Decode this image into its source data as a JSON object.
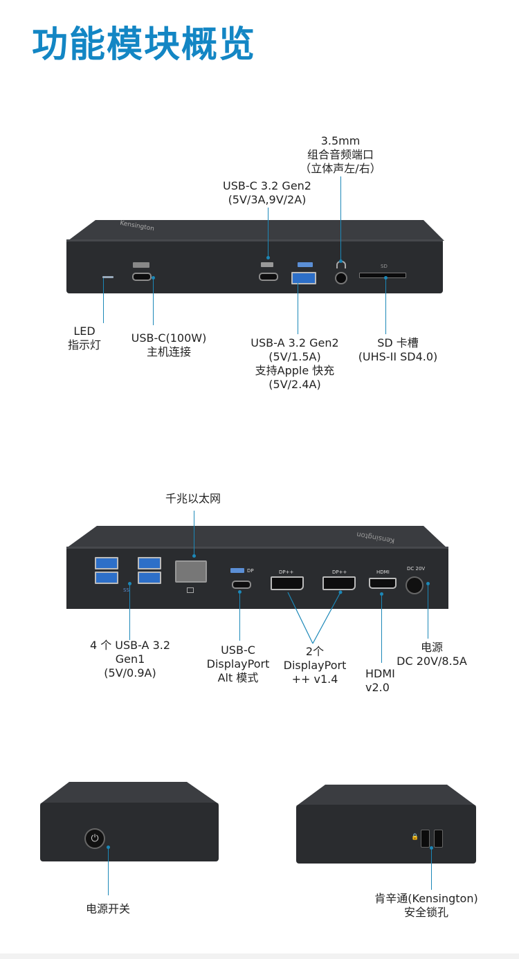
{
  "title": "功能模块概览",
  "colors": {
    "title": "#1386c4",
    "leader": "#1c88b8",
    "dock": "#2a2c2f"
  },
  "front": {
    "brand": "Kensington",
    "sd_mark": "SD",
    "labels": {
      "audio": [
        "3.5mm",
        "组合音频端口",
        "（立体声左/右）"
      ],
      "usbc_front": [
        "USB-C 3.2 Gen2",
        "(5V/3A,9V/2A)"
      ],
      "led": [
        "LED",
        "指示灯"
      ],
      "usbc_host": [
        "USB-C(100W)",
        "主机连接"
      ],
      "usba_front": [
        "USB-A 3.2 Gen2",
        "(5V/1.5A)",
        "支持Apple 快充",
        "(5V/2.4A)"
      ],
      "sd": [
        "SD 卡槽",
        "(UHS-II SD4.0)"
      ]
    }
  },
  "rear": {
    "brand": "Kensington",
    "marks": {
      "dp": "DP",
      "dppp1": "DP++",
      "dppp2": "DP++",
      "hdmi": "HDMI",
      "dc": "DC 20V",
      "ss": "SS"
    },
    "labels": {
      "ethernet": [
        "千兆以太网"
      ],
      "usba_rear": [
        "4 个 USB-A 3.2",
        "Gen1",
        "(5V/0.9A)"
      ],
      "usbc_dp": [
        "USB-C",
        "DisplayPort",
        "Alt 模式"
      ],
      "dp": [
        "2个",
        "DisplayPort",
        "++ v1.4"
      ],
      "hdmi": [
        "HDMI",
        "v2.0"
      ],
      "power": [
        "电源",
        "DC 20V/8.5A"
      ]
    }
  },
  "side_left": {
    "labels": {
      "power_switch": [
        "电源开关"
      ]
    }
  },
  "side_right": {
    "labels": {
      "lock": [
        "肯辛通(Kensington)",
        "安全锁孔"
      ]
    }
  }
}
